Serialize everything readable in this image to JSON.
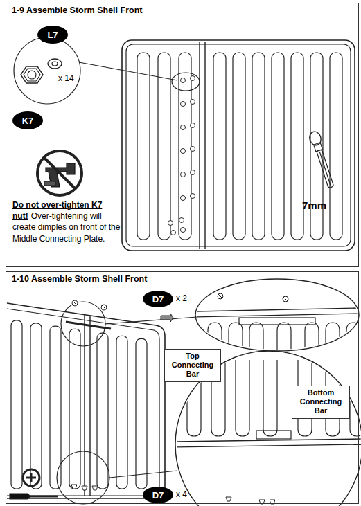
{
  "diagram": {
    "nodes": [
      {
        "text": [
          "1-9  Assemble Storm Shell Front"
        ]
      },
      {
        "text": [
          "L7"
        ],
        "in": 0
      },
      {
        "text": [
          "K7"
        ],
        "in": 0
      },
      {
        "text": [
          "1-10  Assemble Storm Shell Front"
        ]
      },
      {
        "text": [
          "D7"
        ],
        "in": 3
      },
      {
        "text": [
          "Top Connecting Bar"
        ],
        "in": 3
      },
      {
        "text": [
          "Bottom Connecting Bar"
        ],
        "in": 3
      },
      {
        "text": [
          "D7"
        ],
        "in": 3
      }
    ],
    "labels": [
      "x 14",
      "Do not over-tighten K7 nut!",
      "Over-tightening will create dimples on front of the Middle Connecting Plate.",
      "7mm",
      "x 2",
      "x 4"
    ]
  }
}
